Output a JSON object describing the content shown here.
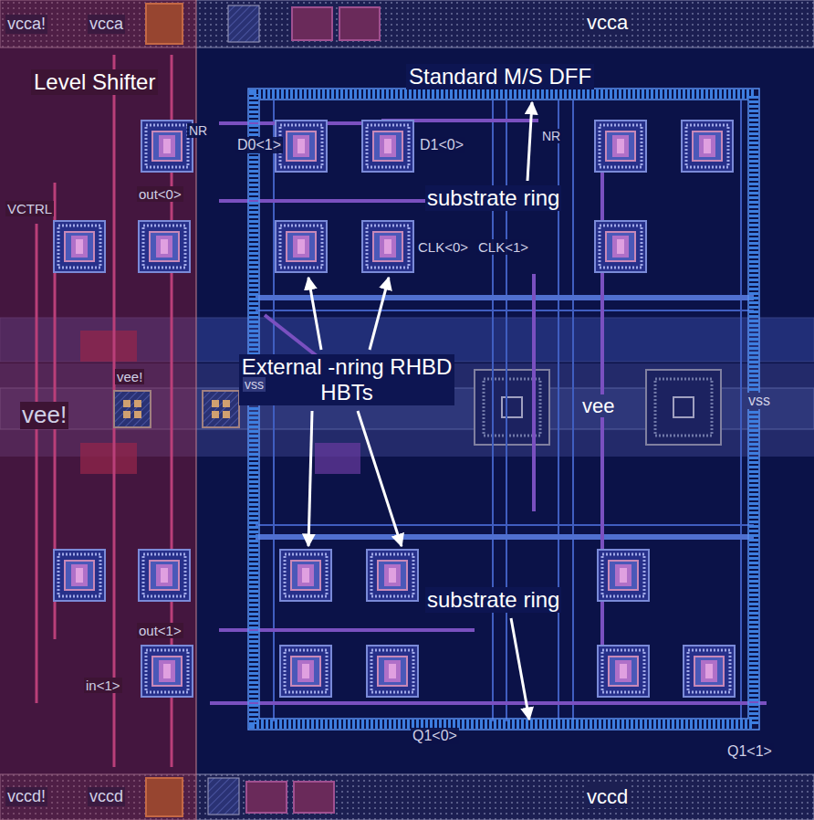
{
  "diagram": {
    "nodes": [
      {
        "text": [
          "vcca"
        ]
      },
      {
        "text": [
          "Level Shifter"
        ]
      },
      {
        "text": [
          "Standard M/S DFF"
        ]
      },
      {
        "text": [
          "vee"
        ]
      },
      {
        "text": [
          "vccd"
        ]
      }
    ],
    "labels": [
      "vcca!",
      "vcca",
      "NR",
      "D0<1>",
      "D1<0>",
      "NR",
      "substrate ring",
      "out<0>",
      "VCTRL",
      "CLK<0>",
      "CLK<1>",
      "External -nring RHBD HBTs",
      "vee!",
      "vee!",
      "vss",
      "vss",
      "substrate ring",
      "out<1>",
      "in<1>",
      "Q1<0>",
      "Q1<1>",
      "vccd!",
      "vccd"
    ]
  }
}
